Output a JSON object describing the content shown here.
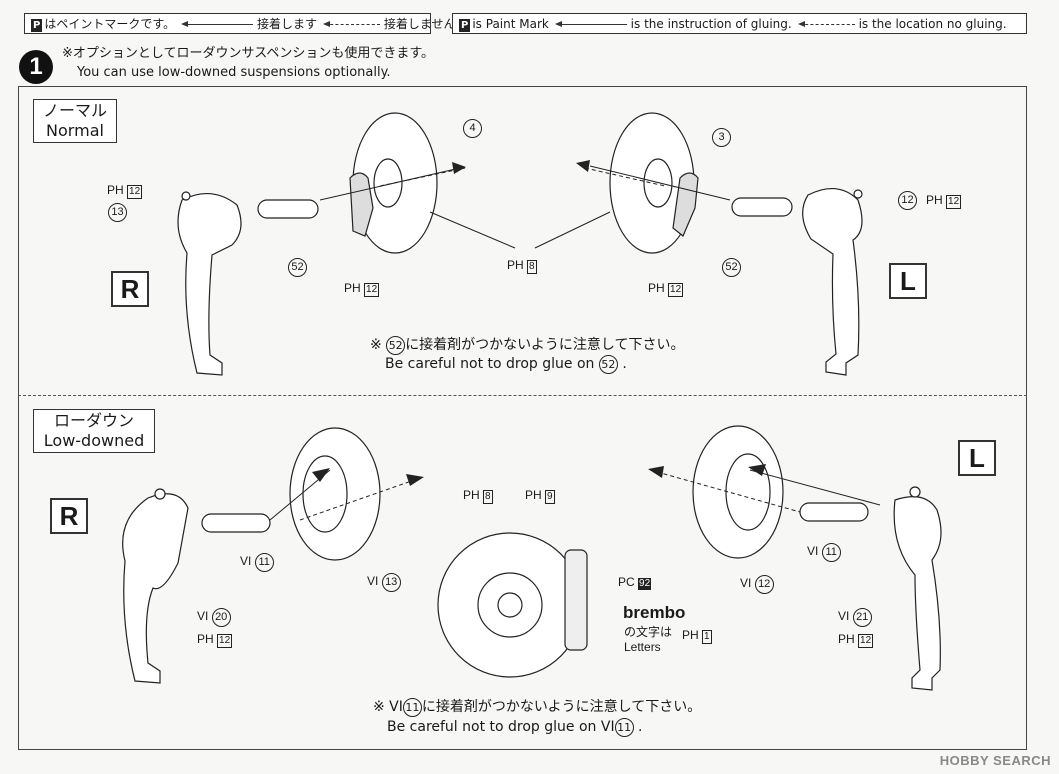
{
  "legend_jp": {
    "paint": "はペイントマークです。",
    "glue": "接着します",
    "noglue": "接着しません",
    "p_symbol": "P"
  },
  "legend_en": {
    "paint": "is Paint Mark",
    "glue": "is the instruction of gluing.",
    "noglue": "is the location no gluing.",
    "p_symbol": "P"
  },
  "step": {
    "number": "1",
    "text_jp": "※オプションとしてローダウンサスペンションも使用できます。",
    "text_en": "You can use low-downed suspensions optionally."
  },
  "sections": {
    "normal": {
      "label_jp": "ノーマル",
      "label_en": "Normal"
    },
    "lowdown": {
      "label_jp": "ローダウン",
      "label_en": "Low-downed"
    }
  },
  "sides": {
    "right": "R",
    "left": "L"
  },
  "normal_labels": {
    "ph12_top_left": "12",
    "p13": "13",
    "p52_left": "52",
    "ph12_caliper_left": "12",
    "ph8": "8",
    "p4": "4",
    "p3": "3",
    "p52_right": "52",
    "ph12_caliper_right": "12",
    "p12": "12",
    "ph12_top_right": "12"
  },
  "ph_prefix": "PH",
  "pc_prefix": "PC",
  "vi_prefix": "VI",
  "lowdown_labels": {
    "vi11_left": "11",
    "vi13": "13",
    "vi20": "20",
    "ph12_left": "12",
    "ph8": "8",
    "ph9": "9",
    "pc92": "92",
    "ph1": "1",
    "vi12": "12",
    "vi11_right": "11",
    "vi21": "21",
    "ph12_right": "12"
  },
  "brembo": {
    "logo": "brembo",
    "jp": "の文字は",
    "en": "Letters"
  },
  "notes": {
    "normal_jp_pre": "※",
    "normal_num": "52",
    "normal_jp_post": "に接着剤がつかないように注意して下さい。",
    "normal_en_pre": "Be careful not to drop glue on",
    "normal_en_post": ".",
    "low_jp_pre": "※ VI",
    "low_num": "11",
    "low_jp_post": "に接着剤がつかないように注意して下さい。",
    "low_en_pre": "Be careful not to drop glue on VI",
    "low_en_post": "."
  },
  "watermark": "HOBBY SEARCH"
}
